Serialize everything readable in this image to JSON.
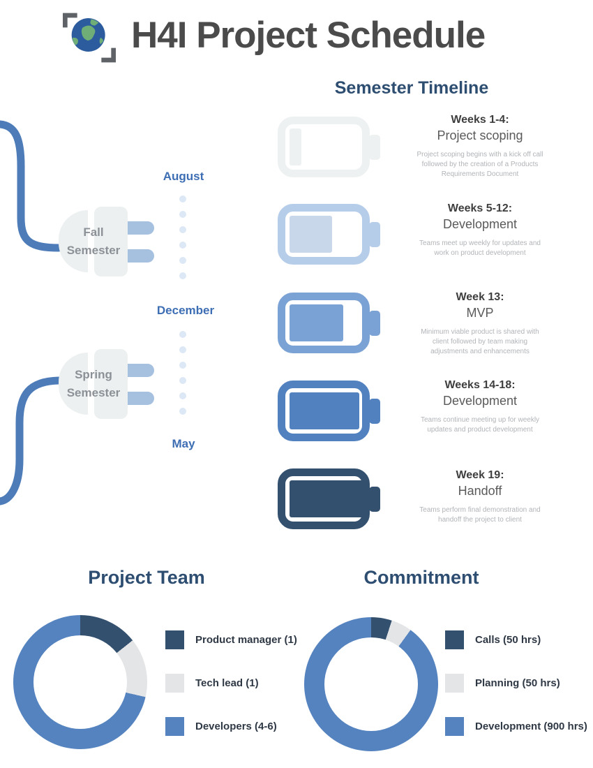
{
  "title": "H4I Project Schedule",
  "logo": {
    "icon": "globe-in-brackets"
  },
  "timeline": {
    "heading": "Semester Timeline",
    "items": [
      {
        "weeks": "Weeks 1-4:",
        "phase": "Project scoping",
        "desc": "Project scoping begins with a kick off call followed by the creation of a Products Requirements Document",
        "battery_level_pct": 15,
        "color": "#eef1f1",
        "fill_color": "#eef1f1"
      },
      {
        "weeks": "Weeks 5-12:",
        "phase": "Development",
        "desc": "Teams meet up weekly for updates and work on product development",
        "battery_level_pct": 55,
        "color": "#b6cde9",
        "fill_color": "#c9d7ea"
      },
      {
        "weeks": "Week 13:",
        "phase": "MVP",
        "desc": "Minimum viable product is shared with client followed by team making adjustments and enhancements",
        "battery_level_pct": 70,
        "color": "#7ba2d4",
        "fill_color": "#7ba2d4"
      },
      {
        "weeks": "Weeks 14-18:",
        "phase": "Development",
        "desc": "Teams continue meeting up for weekly updates and product development",
        "battery_level_pct": 91,
        "color": "#5181be",
        "fill_color": "#5181be"
      },
      {
        "weeks": "Week 19:",
        "phase": "Handoff",
        "desc": "Teams perform final demonstration and handoff the project to client",
        "battery_level_pct": 96,
        "color": "#33506f",
        "fill_color": "#33506f"
      }
    ]
  },
  "semesters": {
    "fall": {
      "line1": "Fall",
      "line2": "Semester"
    },
    "spring": {
      "line1": "Spring",
      "line2": "Semester"
    },
    "months": {
      "start": "August",
      "mid": "December",
      "end": "May"
    }
  },
  "chart_data": [
    {
      "id": "project-team",
      "type": "donut",
      "title": "Project Team",
      "legend_position": "right",
      "slices": [
        {
          "label": "Product manager (1)",
          "value": 1,
          "color": "#33506f"
        },
        {
          "label": "Tech lead (1)",
          "value": 1,
          "color": "#e3e5e6"
        },
        {
          "label": "Developers (4-6)",
          "value": 5,
          "color": "#5583bf"
        }
      ]
    },
    {
      "id": "commitment",
      "type": "donut",
      "title": "Commitment",
      "legend_position": "right",
      "slices": [
        {
          "label": "Calls (50 hrs)",
          "value": 50,
          "color": "#33506f"
        },
        {
          "label": "Planning (50 hrs)",
          "value": 50,
          "color": "#e3e5e6"
        },
        {
          "label": "Development (900 hrs)",
          "value": 900,
          "color": "#5583bf"
        }
      ]
    }
  ],
  "colors": {
    "accent_blue": "#5583bf",
    "navy": "#33506f",
    "light_gray": "#e3e5e6",
    "heading": "#2d4d71",
    "cord": "#4d7cb8",
    "prong": "#a6c0e0",
    "plug_body": "#ecf0f0"
  }
}
